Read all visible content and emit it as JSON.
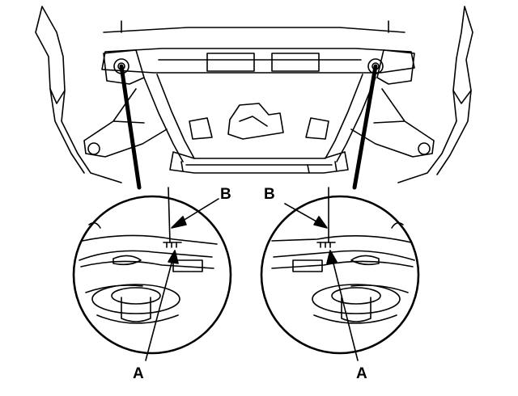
{
  "callouts": {
    "left_a": "A",
    "left_b": "B",
    "right_a": "A",
    "right_b": "B"
  },
  "colors": {
    "ink": "#000000",
    "paper": "#ffffff"
  }
}
